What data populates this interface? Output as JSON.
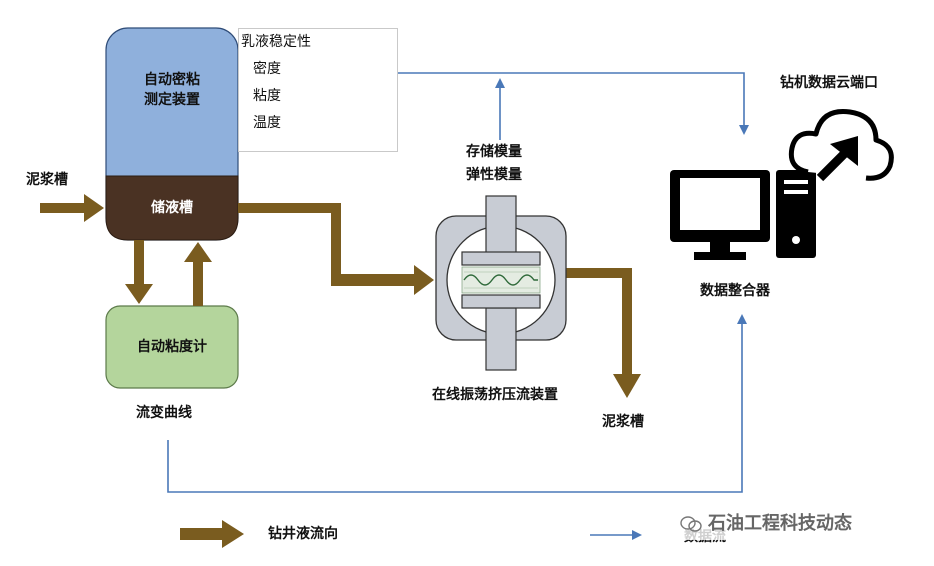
{
  "labels": {
    "density_device": [
      "自动密粘",
      "测定装置"
    ],
    "tank": "储液槽",
    "viscometer": "自动粘度计",
    "rheology_curve": "流变曲线",
    "mud_tank_in": "泥浆槽",
    "mud_tank_out": "泥浆槽",
    "storage_modulus": "存储模量",
    "elastic_modulus": "弹性模量",
    "extrusion_device": "在线振荡挤压流装置",
    "data_integrator": "数据整合器",
    "cloud_port": "钻机数据云端口"
  },
  "properties": [
    "乳液稳定性",
    "密度",
    "粘度",
    "温度"
  ],
  "legend": {
    "fluid_flow": "钻井液流向",
    "data_flow": "数据流"
  },
  "watermark": "石油工程科技动态",
  "colors": {
    "fluid_arrow": "#7a5c1f",
    "data_line": "#4a78b8",
    "device_blue": "#8fb0dc",
    "tank_brown": "#4a3223",
    "viscometer_green": "#b4d59c",
    "extrusion_gray": "#c8ccd4",
    "computer_black": "#000000"
  }
}
